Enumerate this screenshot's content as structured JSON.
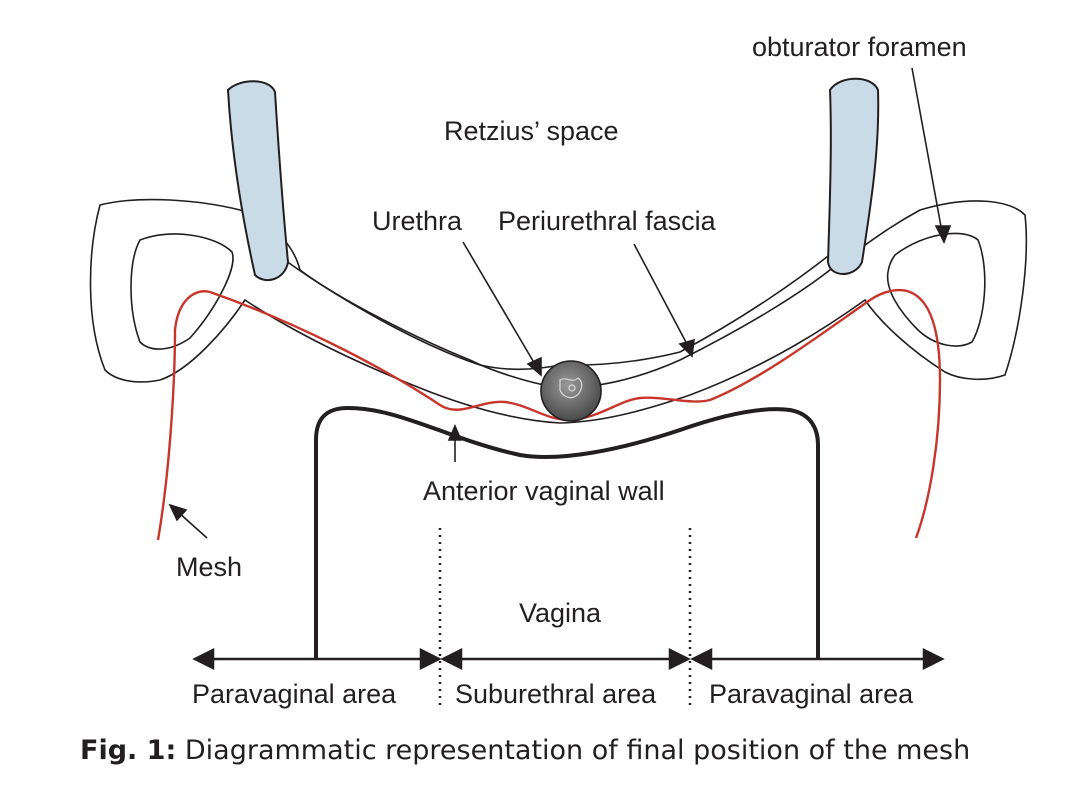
{
  "labels": {
    "obturator_foramen": "obturator foramen",
    "retzius_space": "Retzius’ space",
    "urethra": "Urethra",
    "periurethral_fascia": "Periurethral fascia",
    "anterior_vaginal_wall": "Anterior vaginal wall",
    "mesh": "Mesh",
    "vagina": "Vagina",
    "paravaginal_area_left": "Paravaginal area",
    "suburethral_area": "Suburethral area",
    "paravaginal_area_right": "Paravaginal area"
  },
  "caption": {
    "prefix": "Fig. 1:",
    "text": " Diagrammatic representation of final position of the mesh"
  },
  "colors": {
    "outline": "#231f20",
    "mesh": "#c8362b",
    "bone_fill": "#c9dbe6",
    "urethra_fill": "#6d6d6d"
  }
}
